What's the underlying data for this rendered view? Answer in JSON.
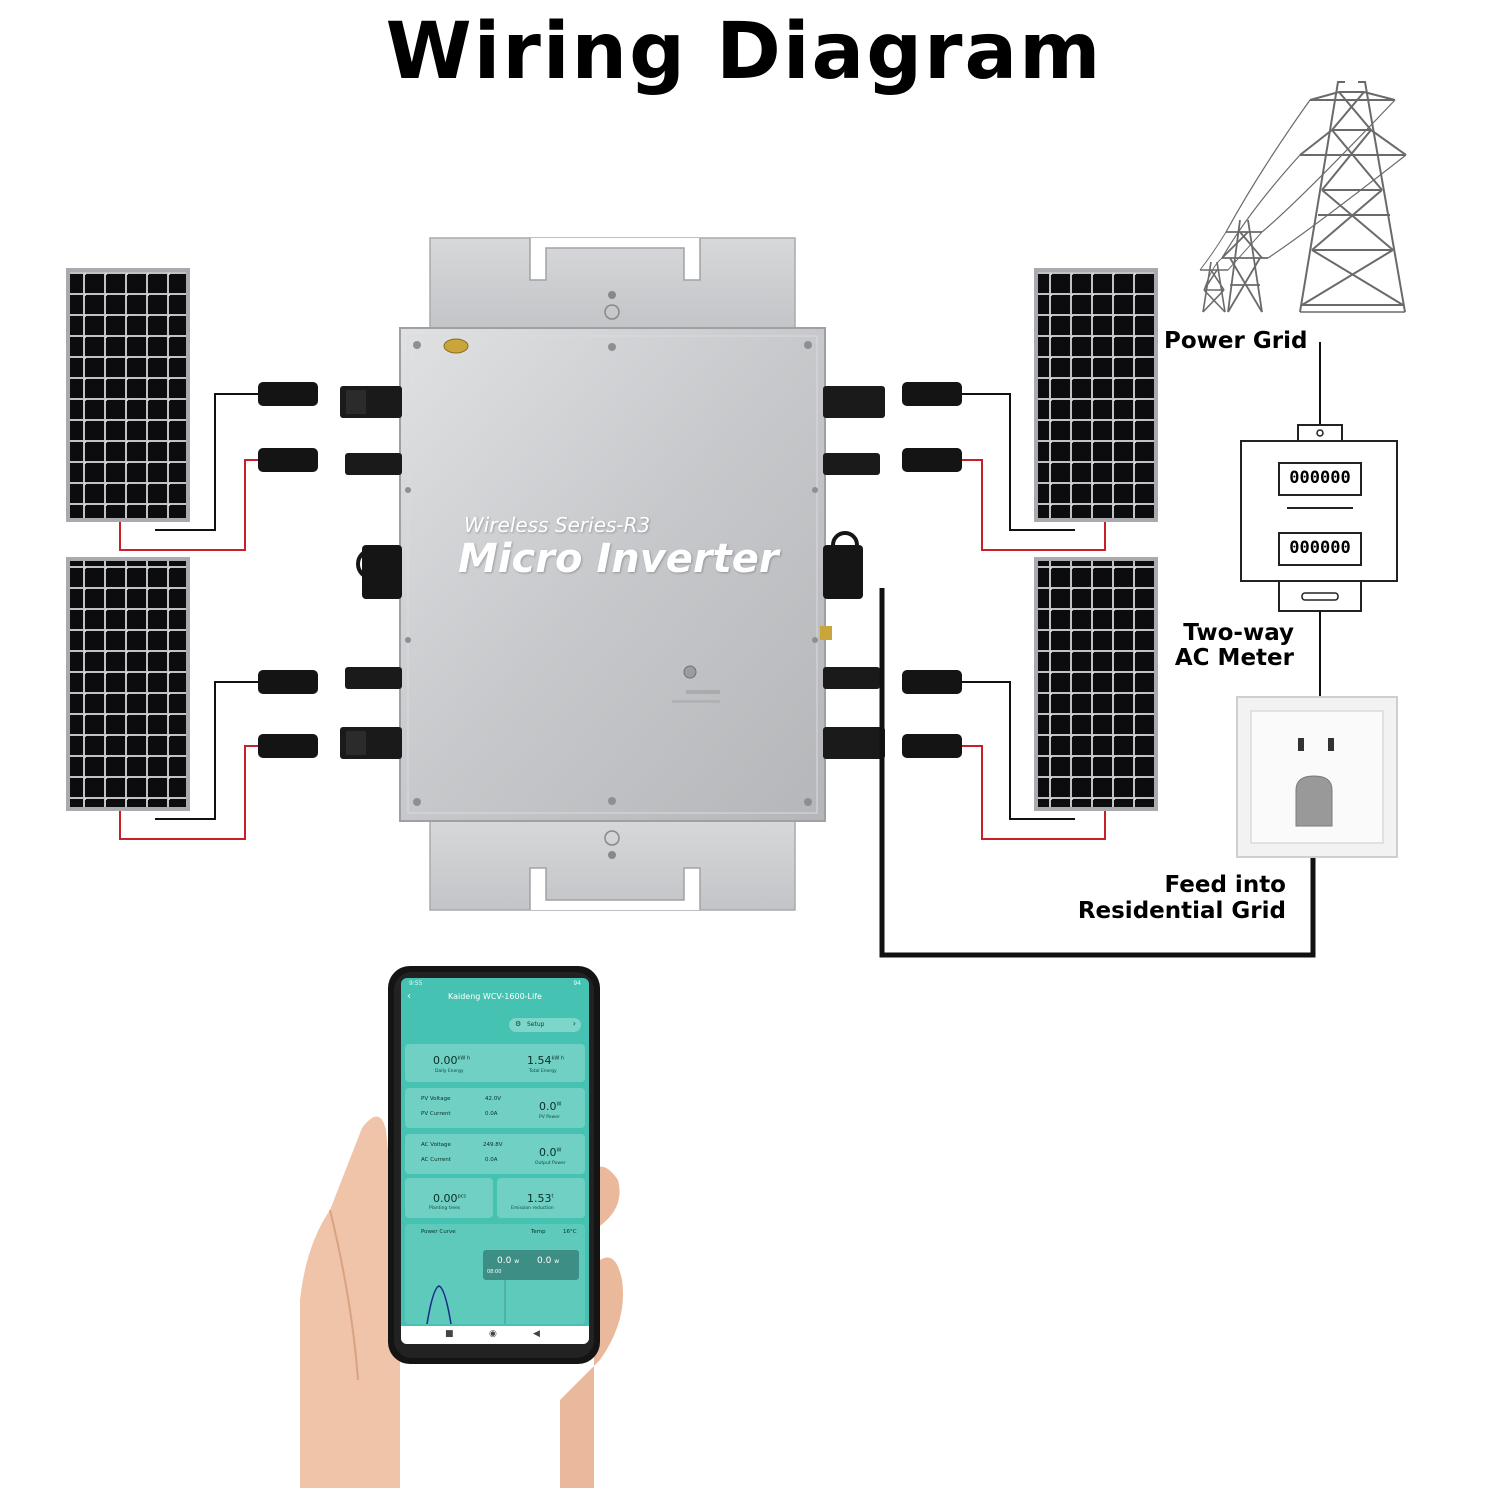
{
  "title": "Wiring Diagram",
  "labels": {
    "power_grid": "Power Grid",
    "meter_line1": "Two-way",
    "meter_line2": "AC Meter",
    "feed_line1": "Feed into",
    "feed_line2": "Residential Grid"
  },
  "inverter": {
    "series": "Wireless Series-R3",
    "name": "Micro Inverter"
  },
  "meter": {
    "display_top": "000000",
    "display_bottom": "000000"
  },
  "phone": {
    "time": "9:55",
    "battery": "94",
    "app_title": "Kaideng WCV-1600-Life",
    "setup_label": "Setup",
    "daily_energy_value": "0.00",
    "daily_energy_unit": "kW h",
    "daily_energy_caption": "Daily Energy",
    "total_energy_value": "1.54",
    "total_energy_unit": "kW h",
    "total_energy_caption": "Total Energy",
    "pv_voltage_label": "PV Voltage",
    "pv_voltage_value": "42.0V",
    "pv_current_label": "PV Current",
    "pv_current_value": "0.0A",
    "pv_power_value": "0.0",
    "pv_power_unit": "W",
    "pv_power_caption": "PV Power",
    "ac_voltage_label": "AC Voltage",
    "ac_voltage_value": "249.8V",
    "ac_current_label": "AC Current",
    "ac_current_value": "0.0A",
    "output_power_value": "0.0",
    "output_power_unit": "W",
    "output_power_caption": "Output Power",
    "trees_value": "0.00",
    "trees_unit": "pcs",
    "trees_caption": "Planting trees",
    "emission_value": "1.53",
    "emission_unit": "t",
    "emission_caption": "Emission reduction",
    "power_curve_label": "Power Curve",
    "temp_label": "Temp",
    "temp_value": "16°C",
    "curve_up_value": "0.0",
    "curve_up_unit": "w",
    "curve_down_value": "0.0",
    "curve_down_unit": "w",
    "curve_time": "08:00"
  },
  "colors": {
    "wire_red": "#c8202a",
    "wire_black": "#111111",
    "panel_cell": "#0c0c0e",
    "panel_frame": "#9a9ca0",
    "inverter_body": "#c9cbce",
    "app_teal": "#46c2b2"
  }
}
